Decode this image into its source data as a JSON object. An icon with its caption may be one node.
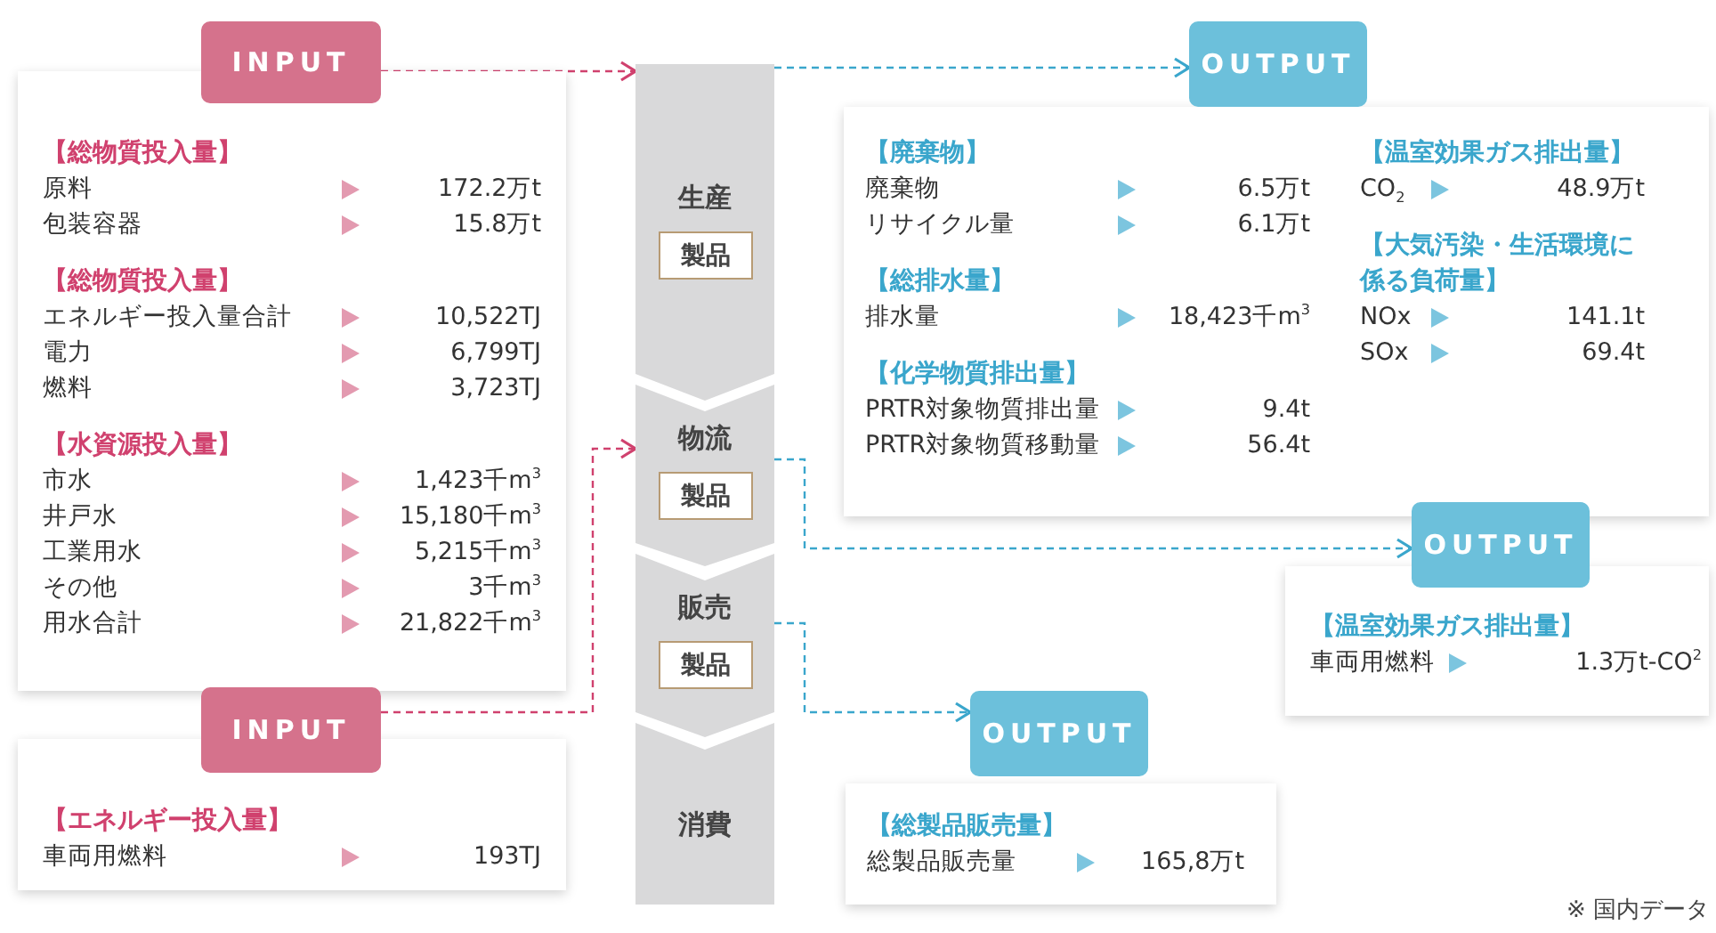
{
  "diagram": {
    "nodes": [
      {
        "text": [
          "INPUT"
        ]
      },
      {
        "text": [
          "【総物質投入量】",
          "原料",
          "172.2万t",
          "包装容器",
          "15.8万t",
          "【総物質投入量】",
          "エネルギー投入量合計",
          "10,522TJ",
          "電力",
          "6,799TJ",
          "燃料",
          "3,723TJ",
          "【水資源投入量】",
          "市水",
          "1,423千m$^{3}$",
          "井戸水",
          "15,180千m$^{3}$",
          "工業用水",
          "5,215千m$^{3}$",
          "その他",
          "3千m$^{3}$",
          "用水合計",
          "21,822千m$^{3}$"
        ]
      },
      {
        "text": [
          "INPUT"
        ]
      },
      {
        "text": [
          "【エネルギー投入量】",
          "車両用燃料",
          "193TJ"
        ]
      },
      {
        "text": [
          "生産"
        ]
      },
      {
        "text": [
          "製品"
        ],
        "in": 4
      },
      {
        "text": [
          "物流"
        ]
      },
      {
        "text": [
          "製品"
        ],
        "in": 6
      },
      {
        "text": [
          "販売"
        ]
      },
      {
        "text": [
          "製品"
        ],
        "in": 8
      },
      {
        "text": [
          "消費"
        ]
      },
      {
        "text": [
          "OUTPUT"
        ]
      },
      {
        "text": [
          "【廃棄物】",
          "廃棄物",
          "6.5万t",
          "リサイクル量",
          "6.1万t",
          "【総排水量】",
          "排水量",
          "18,423千m$^{3}$",
          "【化学物質排出量】",
          "PRTR対象物質排出量",
          "9.4t",
          "PRTR対象物質移動量",
          "56.4t",
          "【温室効果ガス排出量】",
          "CO$_{2}$",
          "48.9万t",
          "【大気汚染・生活環境に係る負荷量】",
          "NOx",
          "141.1t",
          "SOx",
          "69.4t"
        ]
      },
      {
        "text": [
          "OUTPUT"
        ]
      },
      {
        "text": [
          "【温室効果ガス排出量】",
          "車両用燃料",
          "1.3万t-CO$^{2}$"
        ]
      },
      {
        "text": [
          "OUTPUT"
        ]
      },
      {
        "text": [
          "【総製品販売量】",
          "総製品販売量",
          "165,8万t"
        ]
      }
    ],
    "edges": [
      {
        "from": 0,
        "to": 4,
        "arrow": "to",
        "style": "dashed",
        "color": "#d0416e"
      },
      {
        "from": 2,
        "to": 6,
        "arrow": "to",
        "style": "dashed",
        "color": "#d0416e"
      },
      {
        "from": 4,
        "to": 11,
        "arrow": "to",
        "style": "dashed"
      },
      {
        "from": 6,
        "to": 13,
        "arrow": "to",
        "style": "dashed"
      },
      {
        "from": 8,
        "to": 15,
        "arrow": "to",
        "style": "dashed"
      }
    ],
    "labels": [
      "※ 国内データ"
    ]
  }
}
